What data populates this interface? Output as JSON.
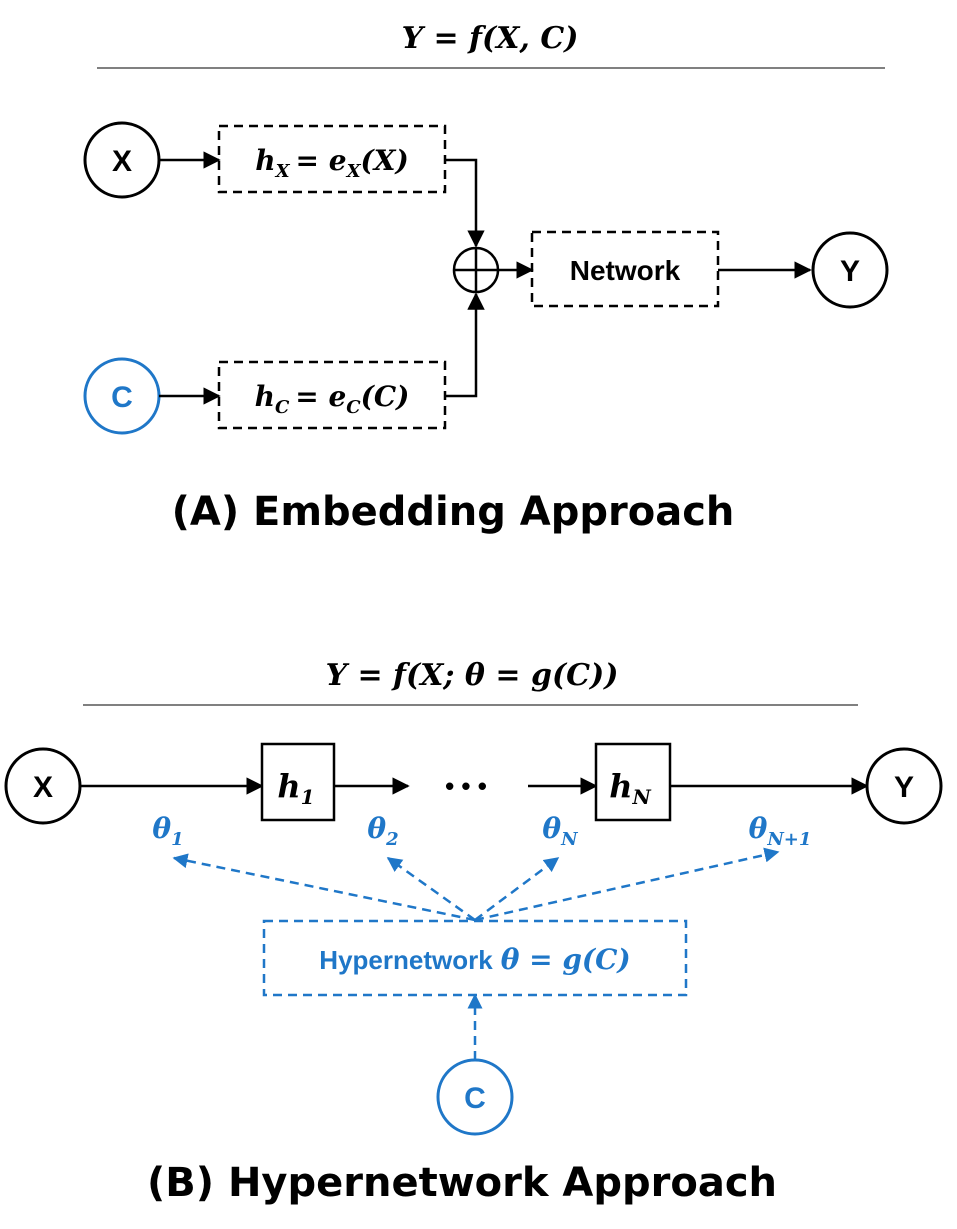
{
  "colors": {
    "black": "#000000",
    "blue": "#1f77c8",
    "rule": "#808080"
  },
  "panel_a": {
    "equation": "Y = f(X, C)",
    "node_x": "X",
    "node_c": "C",
    "node_y": "Y",
    "embed_x": {
      "h": "h",
      "h_sub": "X",
      "rhs": "= e",
      "e_sub": "X",
      "arg": "(X)"
    },
    "embed_c": {
      "h": "h",
      "h_sub": "C",
      "rhs": "= e",
      "e_sub": "C",
      "arg": "(C)"
    },
    "sum_symbol": "⊕",
    "network": "Network",
    "caption": "(A) Embedding Approach"
  },
  "panel_b": {
    "equation": "Y = f(X; θ = g(C))",
    "node_x": "X",
    "node_y": "Y",
    "node_c": "C",
    "h1": {
      "base": "h",
      "sub": "1"
    },
    "hN": {
      "base": "h",
      "sub": "N"
    },
    "ellipsis": "• • •",
    "thetas": [
      {
        "base": "θ",
        "sub": "1"
      },
      {
        "base": "θ",
        "sub": "2"
      },
      {
        "base": "θ",
        "sub": "N"
      },
      {
        "base": "θ",
        "sub": "N+1"
      }
    ],
    "hypernetwork_label": "Hypernetwork",
    "hypernetwork_eq": "θ = g(C)",
    "caption": "(B) Hypernetwork Approach"
  }
}
